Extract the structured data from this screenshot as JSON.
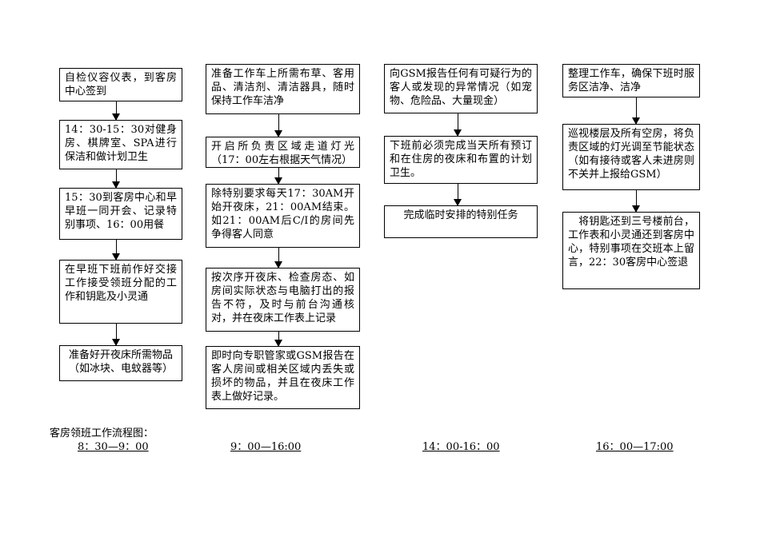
{
  "title": "客房领班工作流程图：",
  "columns": [
    {
      "time": "8：30—9：00",
      "steps": [
        "自检仪容仪表，到客房中心签到",
        "14：30-15：30对健身房、棋牌室、SPA进行保洁和做计划卫生",
        "15：30到客房中心和早早班一同开会、记录特别事项、16：00用餐",
        "在早班下班前作好交接工作接受领班分配的工作和钥匙及小灵通",
        "准备好开夜床所需物品（如冰块、电蚊器等）"
      ]
    },
    {
      "time": "9：00—16:00",
      "steps": [
        "准备工作车上所需布草、客用品、清洁剂、清洁器具，随时保持工作车洁净",
        "开启所负责区域走道灯光（17：00左右根据天气情况）",
        "除特别要求每天17：30AM开始开夜床，21：00AM结束。如21：00AM后C/I的房间先争得客人同意",
        "按次序开夜床、检查房态、如房间实际状态与电脑打出的报告不符，及时与前台沟通核对，并在夜床工作表上记录",
        "即时向专职管家或GSM报告在客人房间或相关区域内丢失或损坏的物品，并且在夜床工作表上做好记录。"
      ]
    },
    {
      "time": "14：00-16：00",
      "steps": [
        "向GSM报告任何有可疑行为的客人或发现的异常情况（如宠物、危险品、大量现金）",
        "下班前必须完成当天所有预订和在住房的夜床和布置的计划卫生。",
        "完成临时安排的特别任务"
      ]
    },
    {
      "time": "16：00—17:00",
      "steps": [
        "整理工作车，确保下班时服务区洁净、洁净",
        "巡视楼层及所有空房，将负责区域的灯光调至节能状态（如有接待或客人未进房则不关并上报给GSM）",
        "　将钥匙还到三号楼前台，工作表和小灵通还到客房中心，特别事项在交班本上留言，22：30客房中心签退"
      ]
    }
  ]
}
